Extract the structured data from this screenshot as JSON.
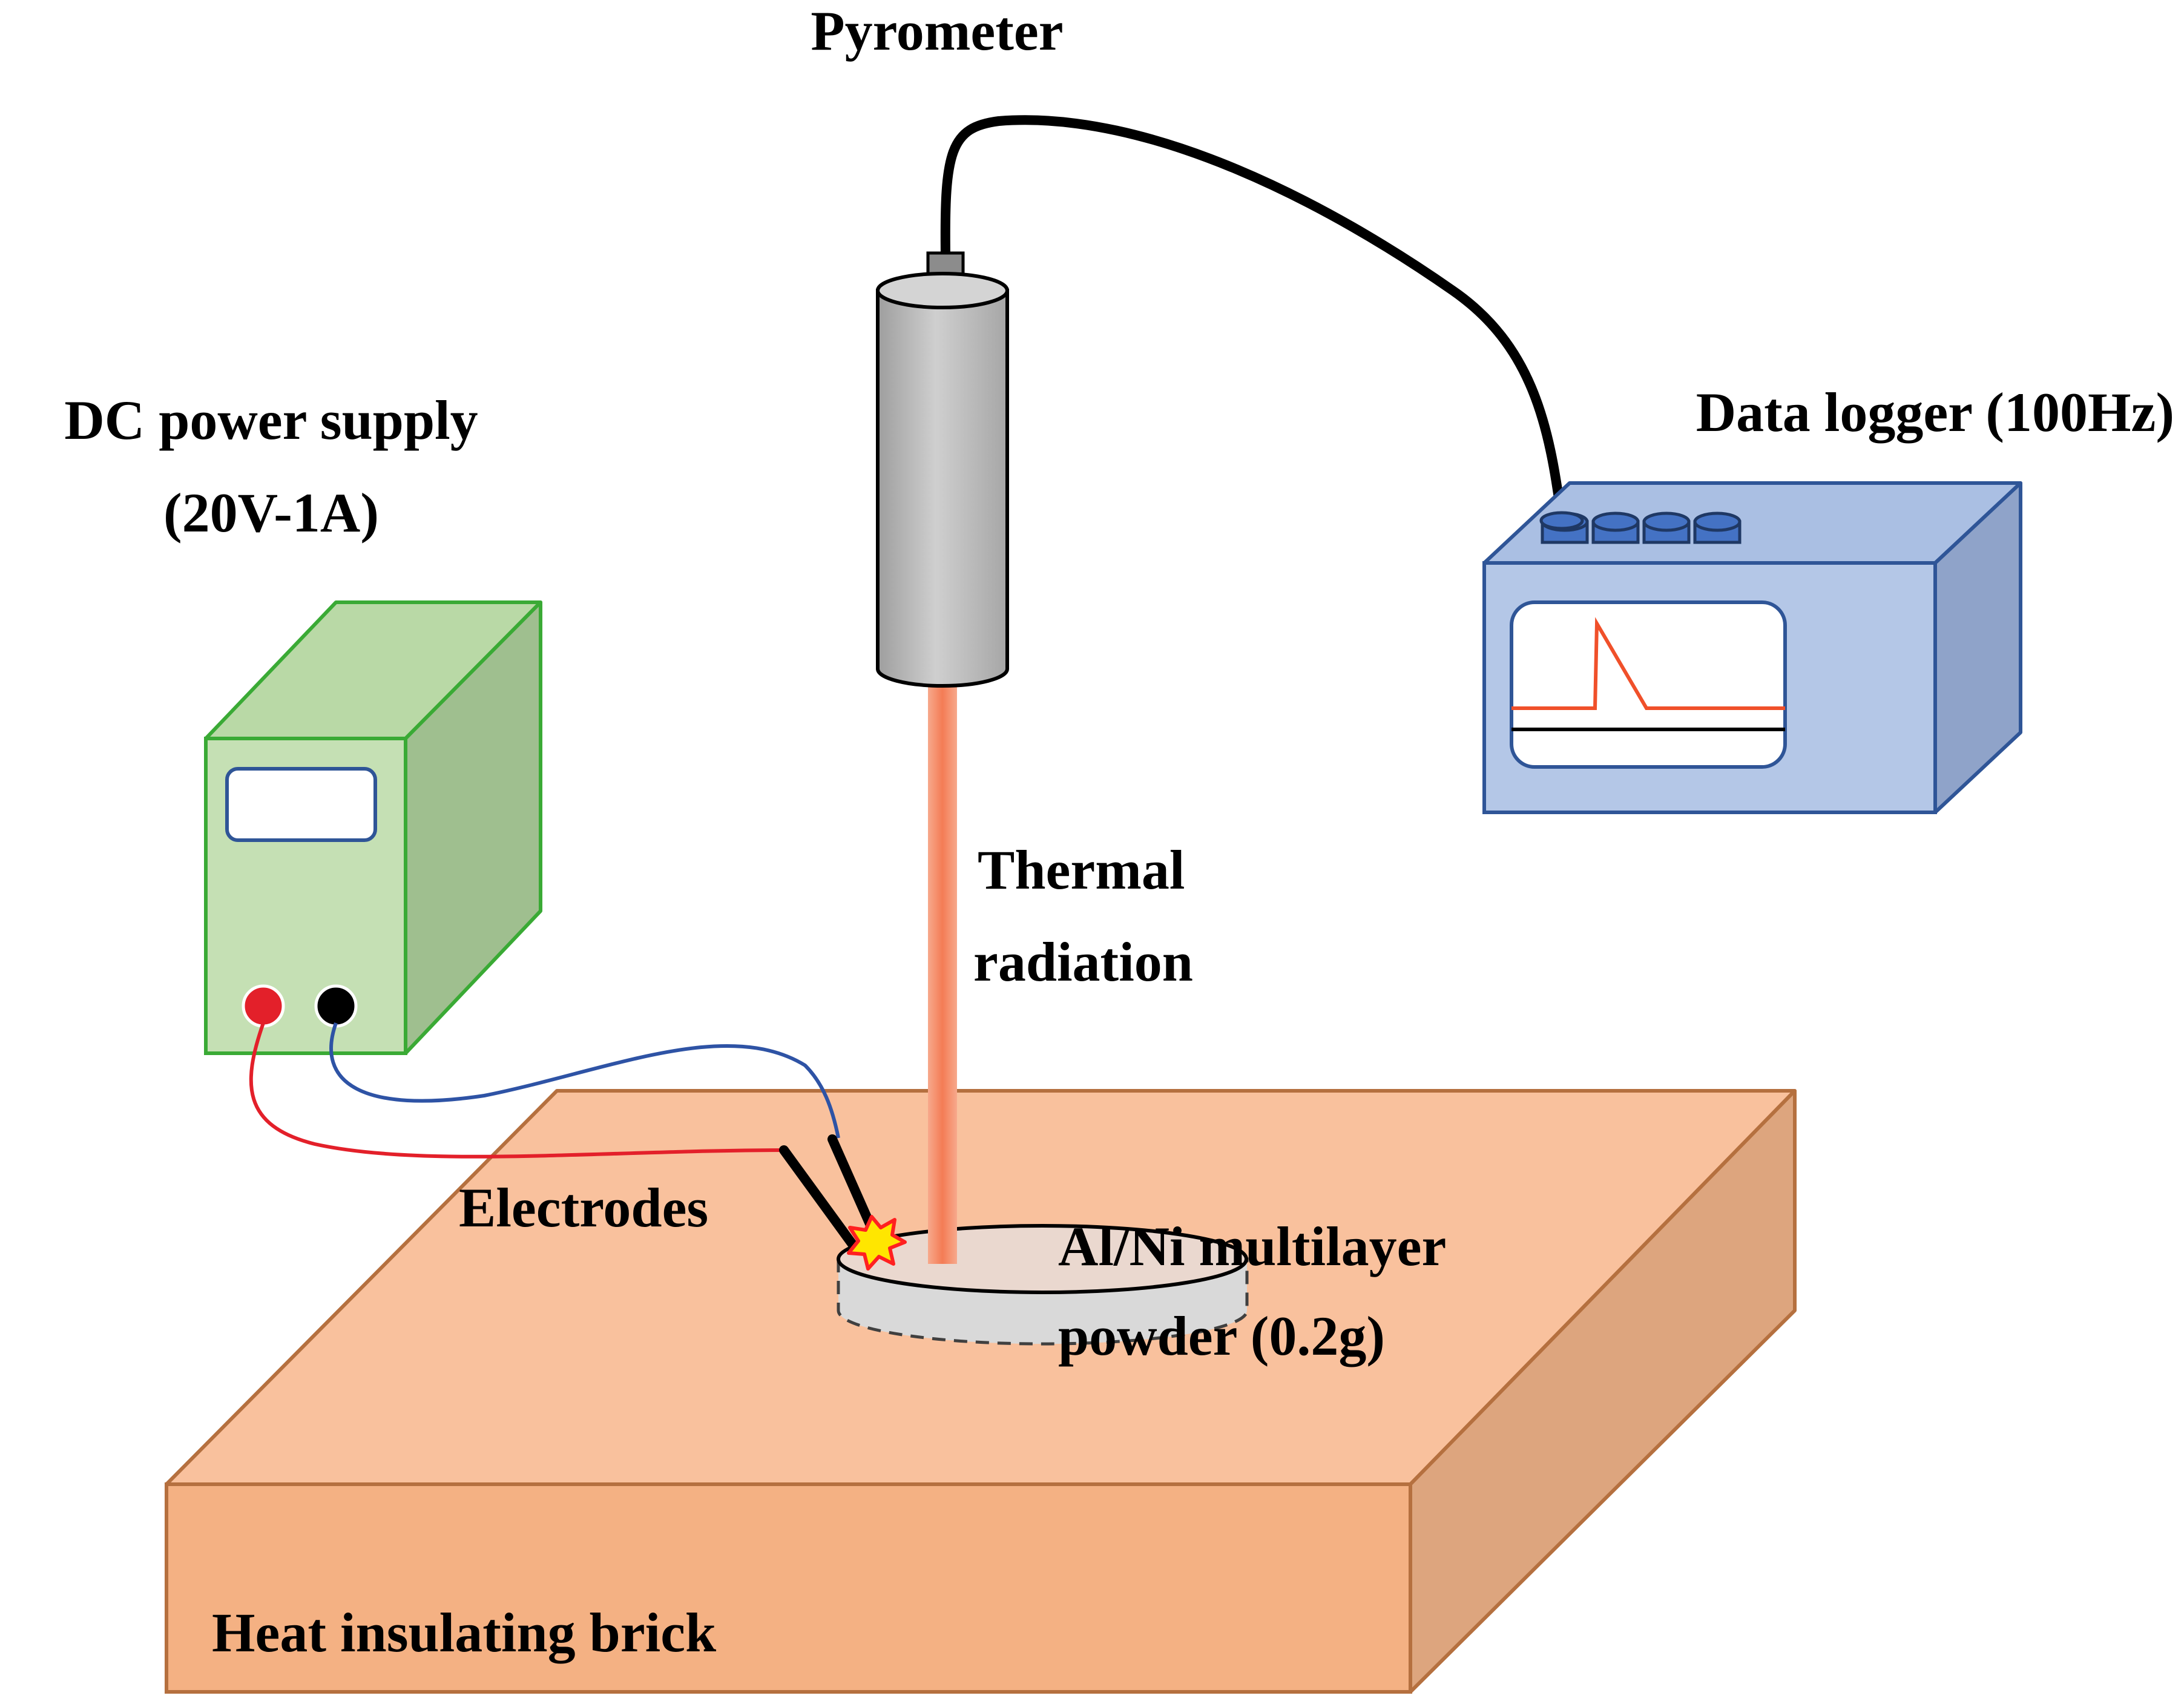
{
  "labels": {
    "pyrometer": "Pyrometer",
    "power_supply_line1": "DC power supply",
    "power_supply_line2": "(20V-1A)",
    "data_logger": "Data logger (100Hz)",
    "thermal_line1": "Thermal",
    "thermal_line2": "radiation",
    "electrodes": "Electrodes",
    "sample_line1": "Al/Ni multilayer",
    "sample_line2": "powder (0.2g)",
    "brick": "Heat insulating brick"
  },
  "colors": {
    "brick_top": "#f9c19d",
    "brick_front": "#f4b183",
    "brick_side": "#dda57e",
    "brick_edge": "#b5703f",
    "psu_front": "#c5e0b4",
    "psu_top": "#b9d9a6",
    "psu_side": "#9fbf8f",
    "psu_edge": "#3aaa35",
    "logger_front": "#b4c7e7",
    "logger_top": "#aabfe3",
    "logger_side": "#8fa3c9",
    "logger_edge": "#2f5597",
    "knob": "#4472c4",
    "pyrometer_body": "#bfbfbf",
    "beam": "#f4845f",
    "terminal_positive": "#e3202a",
    "terminal_negative": "#000000",
    "wire_red": "#e3202a",
    "wire_blue": "#2e53a5",
    "signal": "#f0502a",
    "spark": "#ffe600"
  },
  "icons": {
    "spark": "spark-icon",
    "terminal": "terminal-icon",
    "knob": "knob-icon"
  }
}
